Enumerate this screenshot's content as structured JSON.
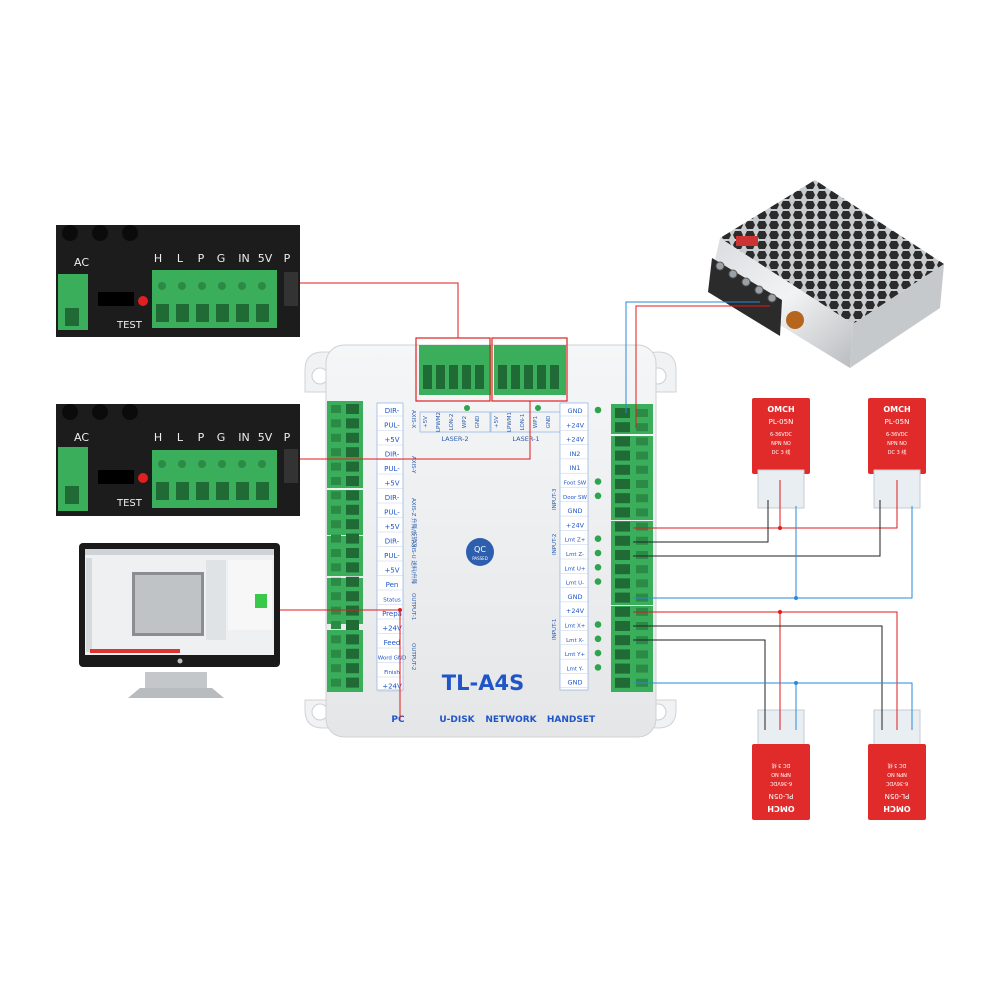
{
  "psu_panel_1": {
    "ac_label": "AC",
    "pins": [
      "H",
      "L",
      "P",
      "G",
      "IN",
      "5V",
      "P"
    ],
    "test_label": "TEST"
  },
  "psu_panel_2": {
    "ac_label": "AC",
    "pins": [
      "H",
      "L",
      "P",
      "G",
      "IN",
      "5V",
      "P"
    ],
    "test_label": "TEST"
  },
  "board": {
    "model": "TL-A4S",
    "bottom_ports": [
      "PC",
      "U-DISK",
      "NETWORK",
      "HANDSET"
    ],
    "qc_label": "QC",
    "qc_sub": "PASSED",
    "left_terminals": [
      "DIR-",
      "PUL-",
      "+5V",
      "DIR-",
      "PUL-",
      "+5V",
      "DIR-",
      "PUL-",
      "+5V",
      "DIR-",
      "PUL-",
      "+5V",
      "Pen",
      "Status",
      "Prepa",
      "+24V",
      "Feed",
      "Word GND",
      "Finish",
      "+24V"
    ],
    "axis_labels": [
      "AXIS-X",
      "AXIS-Y",
      "AXIS-Z 升降/旋转刀",
      "AXIS-U 送料/升降",
      "OUTPUT-1",
      "OUTPUT-2"
    ],
    "laser2_pins": [
      "+5V",
      "LPWM2",
      "LON-2",
      "WP2",
      "GND"
    ],
    "laser2_label": "LASER-2",
    "laser1_pins": [
      "+5V",
      "LPWM1",
      "LON-1",
      "WP1",
      "GND"
    ],
    "laser1_label": "LASER-1",
    "right_terminals": [
      "GND",
      "+24V",
      "+24V",
      "IN2",
      "IN1",
      "Foot SW",
      "Door SW",
      "GND",
      "+24V",
      "Lmt Z+",
      "Lmt Z-",
      "Lmt U+",
      "Lmt U-",
      "GND",
      "+24V",
      "Lmt X+",
      "Lmt X-",
      "Lmt Y+",
      "Lmt Y-",
      "GND"
    ],
    "input_labels": [
      "INPUT-3",
      "INPUT-2",
      "INPUT-1"
    ]
  },
  "sensors": {
    "brand": "OMCH",
    "model": "PL-05N",
    "spec_lines": [
      "6-36VDC",
      "NPN NO",
      "DC 3 线"
    ]
  },
  "colors": {
    "wire_red": "#e11a1a",
    "wire_blue": "#2a8ad9",
    "wire_black": "#222222",
    "terminal_green": "#3aae5b",
    "board_bg": "#f1f3f4",
    "label_blue": "#1f55c7",
    "sensor_red": "#e12a2a"
  }
}
